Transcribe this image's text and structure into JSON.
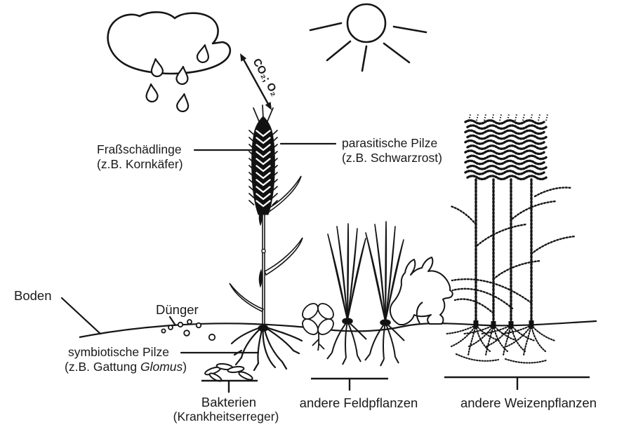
{
  "colors": {
    "ink": "#1a1a1a",
    "background": "#ffffff"
  },
  "labels": {
    "gas_arrow": "CO₂; O₂",
    "pest": {
      "line1": "Fraßschädlinge",
      "line2": "(z.B. Kornkäfer)"
    },
    "parasitic_fungi": {
      "line1": "parasitische Pilze",
      "line2": "(z.B. Schwarzrost)"
    },
    "soil": "Boden",
    "fertilizer": "Dünger",
    "symbiotic_fungi": {
      "line1": "symbiotische Pilze",
      "line2_pre": "(z.B. Gattung ",
      "line2_species": "Glomus",
      "line2_post": ")"
    },
    "bacteria": {
      "line1": "Bakterien",
      "line2": "(Krankheitserreger)"
    },
    "other_field_plants": "andere Feldpflanzen",
    "other_wheat_plants": "andere Weizenpflanzen"
  }
}
